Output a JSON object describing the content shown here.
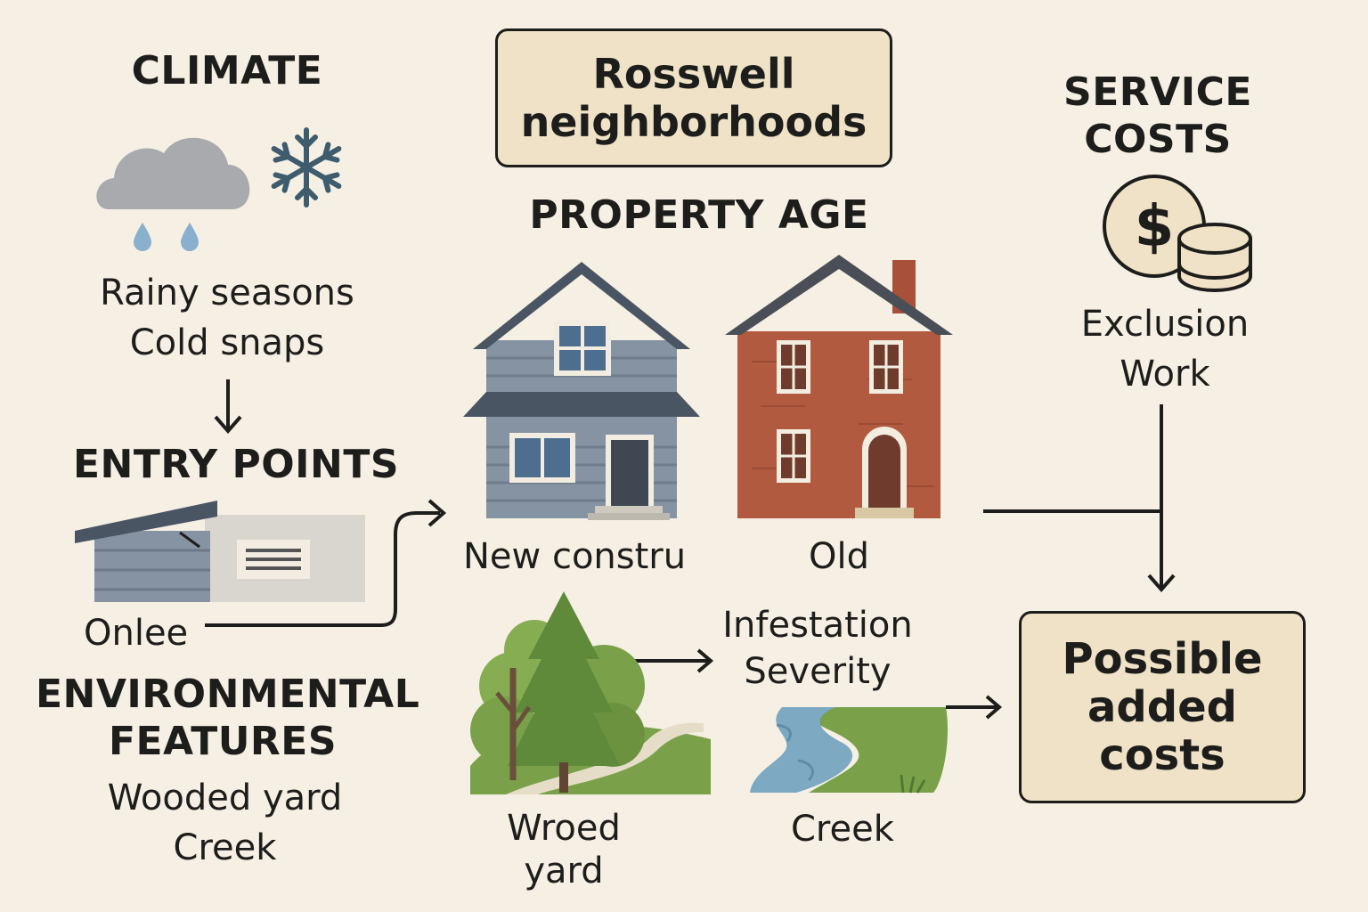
{
  "title_box": {
    "line1": "Rosswell",
    "line2": "neighborhoods"
  },
  "climate": {
    "heading": "CLIMATE",
    "line1": "Rainy seasons",
    "line2": "Cold snaps"
  },
  "entry_points": {
    "heading": "ENTRY POINTS",
    "label": "Onlee"
  },
  "environmental": {
    "heading_line1": "ENVIRONMENTAL",
    "heading_line2": "FEATURES",
    "line1": "Wooded yard",
    "line2": "Creek"
  },
  "property_age": {
    "heading": "PROPERTY AGE",
    "new_label": "New constru",
    "old_label": "Old"
  },
  "service_costs": {
    "heading_line1": "SERVICE",
    "heading_line2": "COSTS",
    "line1": "Exclusion",
    "line2": "Work",
    "dollar_symbol": "$"
  },
  "infestation": {
    "line1": "Infestation",
    "line2": "Severity"
  },
  "wooded": {
    "line1": "Wroed",
    "line2": "yard"
  },
  "creek": {
    "label": "Creek"
  },
  "result_box": {
    "line1": "Possible",
    "line2": "added",
    "line3": "costs"
  },
  "icons": [
    "rain-cloud-icon",
    "snowflake-icon",
    "garage-icon",
    "new-house-icon",
    "old-brick-house-icon",
    "coin-stack-icon",
    "trees-icon",
    "creek-icon"
  ],
  "colors": {
    "background": "#f6f0e4",
    "box_fill": "#efe2c7",
    "ink": "#1d1d1b",
    "brick": "#b25a3f",
    "siding": "#8693a3",
    "tree": "#7aa04a"
  }
}
